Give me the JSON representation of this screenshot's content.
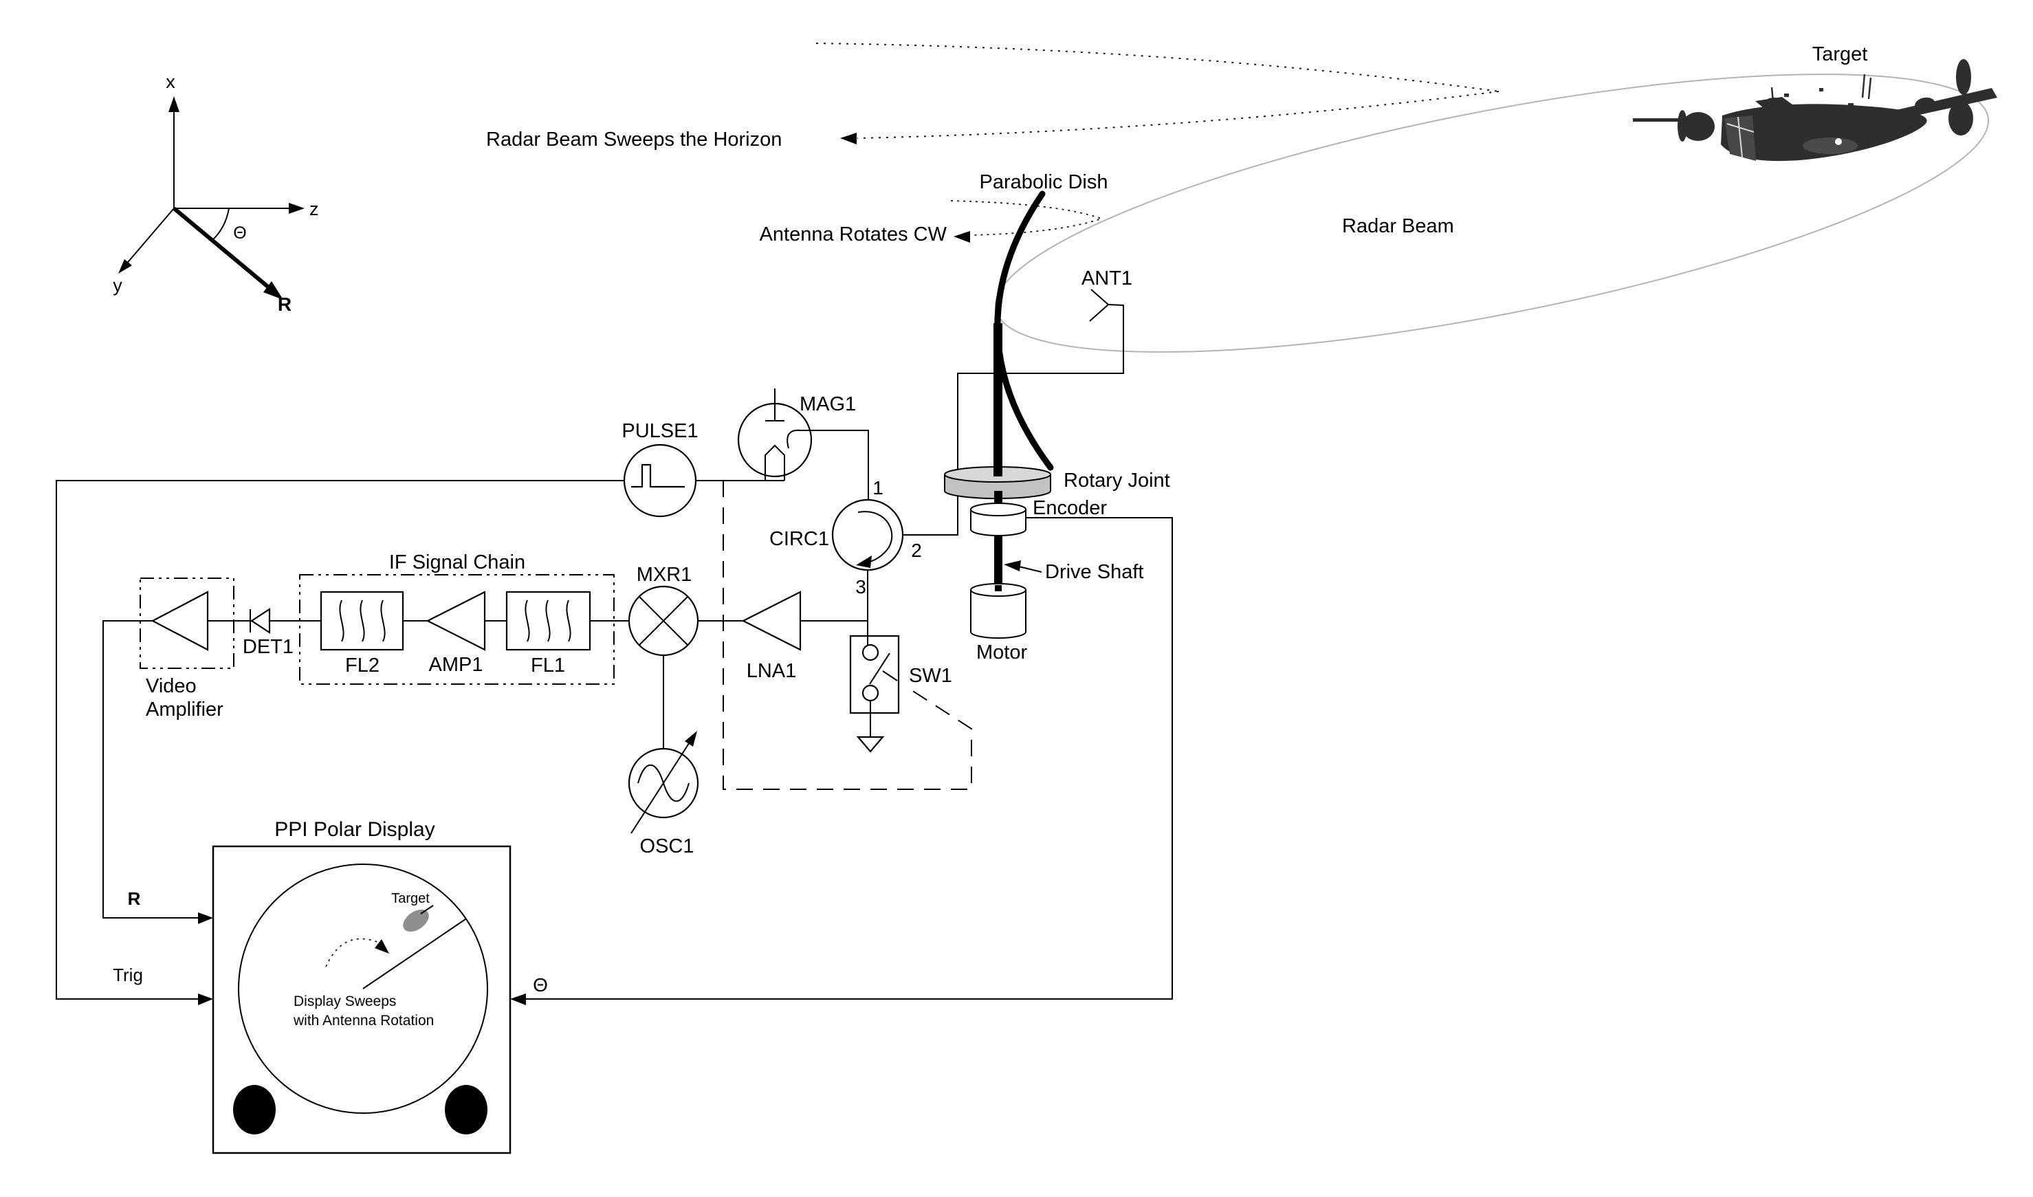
{
  "figure": {
    "axes": {
      "x": "x",
      "y": "y",
      "z": "z",
      "r": "R",
      "theta": "Θ"
    },
    "sky": {
      "sweep_caption": "Radar Beam Sweeps the Horizon",
      "beam_caption": "Radar Beam",
      "target_caption": "Target"
    },
    "antenna": {
      "dish_caption": "Parabolic Dish",
      "rotation_caption": "Antenna Rotates CW",
      "ant_ref": "ANT1",
      "rotary_joint": "Rotary Joint",
      "encoder": "Encoder",
      "drive_shaft": "Drive Shaft",
      "motor": "Motor"
    },
    "transmitter": {
      "pulse_ref": "PULSE1",
      "magnetron_ref": "MAG1",
      "circulator_ref": "CIRC1",
      "port1": "1",
      "port2": "2",
      "port3": "3"
    },
    "receiver": {
      "mixer_ref": "MXR1",
      "oscillator_ref": "OSC1",
      "lna_ref": "LNA1",
      "switch_ref": "SW1",
      "detector_ref": "DET1",
      "if_chain_caption": "IF Signal Chain",
      "filter2_ref": "FL2",
      "amplifier_ref": "AMP1",
      "filter1_ref": "FL1",
      "video_line1": "Video",
      "video_line2": "Amplifier"
    },
    "display": {
      "title": "PPI Polar Display",
      "target_label": "Target",
      "sweep_line1": "Display Sweeps",
      "sweep_line2": "with Antenna Rotation",
      "range_input": "R",
      "trigger_input": "Trig",
      "theta_input": "Θ"
    },
    "colors": {
      "line": "#000000",
      "beam_outline": "#b3b3b3",
      "rotary_joint_fill": "#c9c9c9",
      "target_blip": "#8f8f8f",
      "aircraft": "#2e2e2e",
      "background": "#ffffff"
    }
  }
}
